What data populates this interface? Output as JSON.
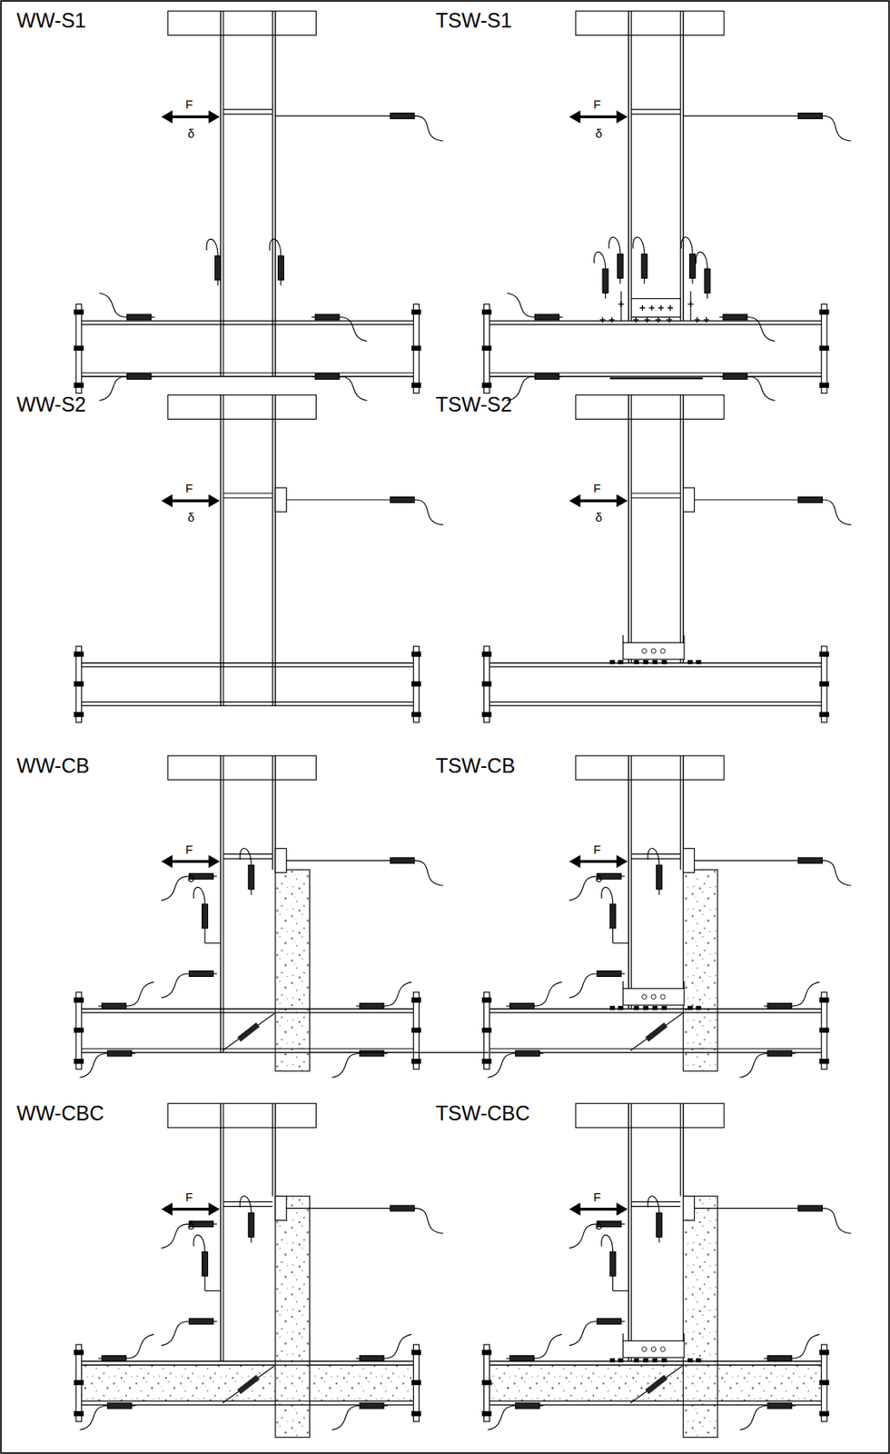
{
  "diagram": {
    "labels": [
      "WW-S1",
      "F",
      "δ",
      "TSW-S1",
      "F",
      "δ",
      "WW-S2",
      "F",
      "δ",
      "TSW-S2",
      "F",
      "δ",
      "WW-CB",
      "F",
      "δ",
      "TSW-CB",
      "F",
      "δ",
      "WW-CBC",
      "F",
      "δ",
      "TSW-CBC",
      "F",
      "δ"
    ]
  }
}
